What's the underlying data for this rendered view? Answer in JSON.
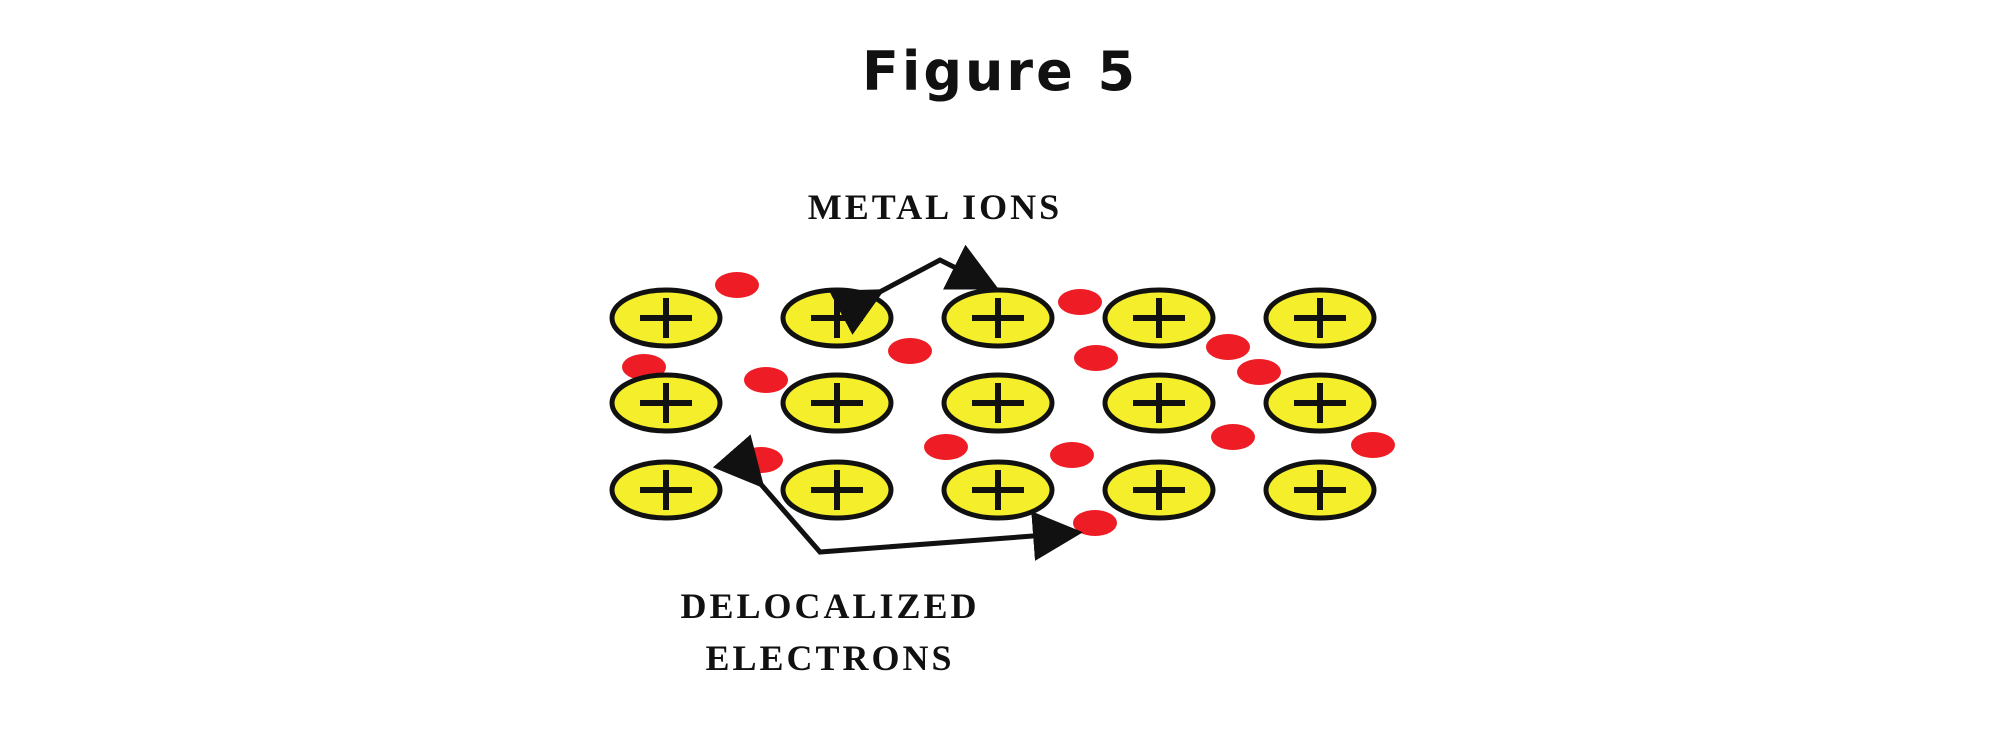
{
  "figure": {
    "title": "Figure 5"
  },
  "labels": {
    "metal_ions": "METAL IONS",
    "delocalized_line1": "DELOCALIZED",
    "delocalized_line2": "ELECTRONS"
  },
  "lattice": {
    "rows": 3,
    "columns": 5,
    "ion_symbol": "+"
  },
  "colors": {
    "ion_fill": "#f5ee2a",
    "ion_stroke": "#111111",
    "electron": "#ee1c24",
    "text": "#111111"
  }
}
